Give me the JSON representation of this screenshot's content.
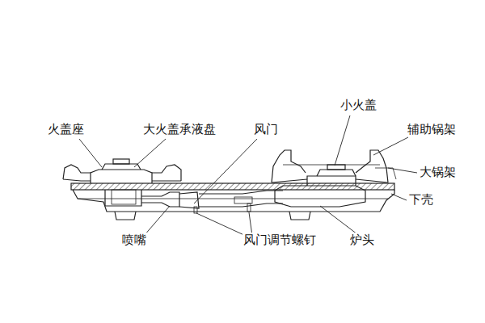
{
  "diagram": {
    "labels": [
      "火盖座",
      "大火盖承液盘",
      "风门",
      "小火盖",
      "辅助锅架",
      "大锅架",
      "下壳",
      "喷嘴",
      "风门调节螺钉",
      "炉头"
    ]
  }
}
